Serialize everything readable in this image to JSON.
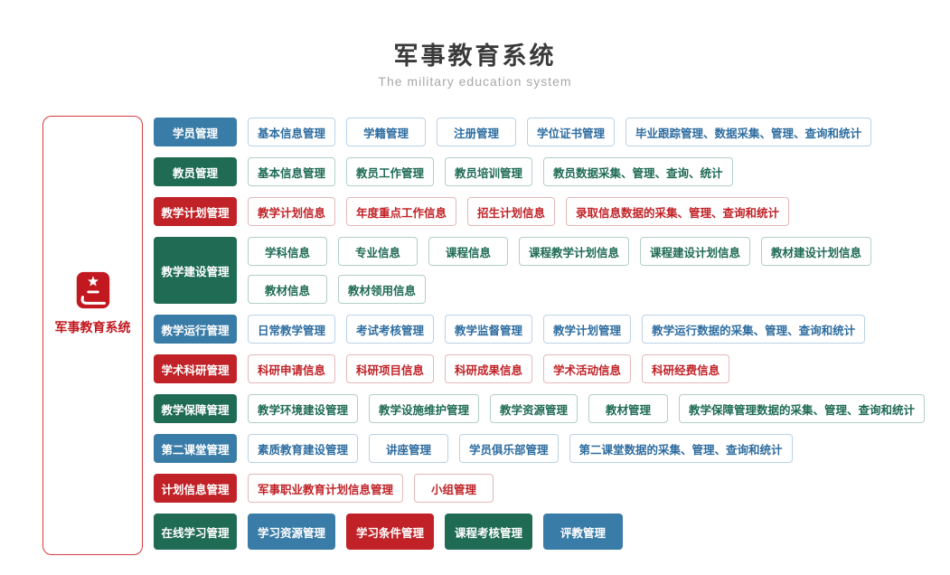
{
  "header": {
    "title": "军事教育系统",
    "subtitle": "The military education system"
  },
  "sidebar": {
    "label": "军事教育系统",
    "icon": "red-book-icon",
    "icon_color": "#c2181f",
    "label_color": "#c2181f",
    "border_color": "#d43a3e"
  },
  "colors": {
    "blue": {
      "fill": "#3a7ca8",
      "text": "#2e6da0",
      "border": "#b9d2e5"
    },
    "green": {
      "fill": "#1f6b54",
      "text": "#1f6b54",
      "border": "#b2cfc6"
    },
    "red": {
      "fill": "#c02227",
      "text": "#c02227",
      "border": "#e6b7b9"
    }
  },
  "rows": [
    {
      "category": {
        "label": "学员管理",
        "color": "blue"
      },
      "lines": [
        [
          {
            "label": "基本信息管理"
          },
          {
            "label": "学籍管理"
          },
          {
            "label": "注册管理"
          },
          {
            "label": "学位证书管理"
          },
          {
            "label": "毕业跟踪管理、数据采集、管理、查询和统计"
          }
        ]
      ]
    },
    {
      "category": {
        "label": "教员管理",
        "color": "green"
      },
      "lines": [
        [
          {
            "label": "基本信息管理"
          },
          {
            "label": "教员工作管理"
          },
          {
            "label": "教员培训管理"
          },
          {
            "label": "教员数据采集、管理、查询、统计"
          }
        ]
      ]
    },
    {
      "category": {
        "label": "教学计划管理",
        "color": "red"
      },
      "lines": [
        [
          {
            "label": "教学计划信息"
          },
          {
            "label": "年度重点工作信息"
          },
          {
            "label": "招生计划信息"
          },
          {
            "label": "录取信息数据的采集、管理、查询和统计"
          }
        ]
      ]
    },
    {
      "category": {
        "label": "教学建设管理",
        "color": "green"
      },
      "lines": [
        [
          {
            "label": "学科信息"
          },
          {
            "label": "专业信息"
          },
          {
            "label": "课程信息"
          },
          {
            "label": "课程教学计划信息"
          },
          {
            "label": "课程建设计划信息"
          },
          {
            "label": "教材建设计划信息"
          }
        ],
        [
          {
            "label": "教材信息"
          },
          {
            "label": "教材领用信息"
          }
        ]
      ]
    },
    {
      "category": {
        "label": "教学运行管理",
        "color": "blue"
      },
      "lines": [
        [
          {
            "label": "日常教学管理"
          },
          {
            "label": "考试考核管理"
          },
          {
            "label": "教学监督管理"
          },
          {
            "label": "教学计划管理"
          },
          {
            "label": "教学运行数据的采集、管理、查询和统计"
          }
        ]
      ]
    },
    {
      "category": {
        "label": "学术科研管理",
        "color": "red"
      },
      "lines": [
        [
          {
            "label": "科研申请信息"
          },
          {
            "label": "科研项目信息"
          },
          {
            "label": "科研成果信息"
          },
          {
            "label": "学术活动信息"
          },
          {
            "label": "科研经费信息"
          }
        ]
      ]
    },
    {
      "category": {
        "label": "教学保障管理",
        "color": "green"
      },
      "lines": [
        [
          {
            "label": "教学环境建设管理"
          },
          {
            "label": "教学设施维护管理"
          },
          {
            "label": "教学资源管理"
          },
          {
            "label": "教材管理"
          },
          {
            "label": "教学保障管理数据的采集、管理、查询和统计"
          }
        ]
      ]
    },
    {
      "category": {
        "label": "第二课堂管理",
        "color": "blue"
      },
      "lines": [
        [
          {
            "label": "素质教育建设管理"
          },
          {
            "label": "讲座管理"
          },
          {
            "label": "学员俱乐部管理"
          },
          {
            "label": "第二课堂数据的采集、管理、查询和统计"
          }
        ]
      ]
    },
    {
      "category": {
        "label": "计划信息管理",
        "color": "red"
      },
      "lines": [
        [
          {
            "label": "军事职业教育计划信息管理"
          },
          {
            "label": "小组管理"
          }
        ]
      ]
    },
    {
      "category": {
        "label": "在线学习管理",
        "color": "green"
      },
      "tall": true,
      "lines": [
        [
          {
            "label": "学习资源管理",
            "variant": "fill",
            "color": "blue"
          },
          {
            "label": "学习条件管理",
            "variant": "fill",
            "color": "red"
          },
          {
            "label": "课程考核管理",
            "variant": "fill",
            "color": "green"
          },
          {
            "label": "评教管理",
            "variant": "fill",
            "color": "blue"
          }
        ]
      ]
    }
  ]
}
